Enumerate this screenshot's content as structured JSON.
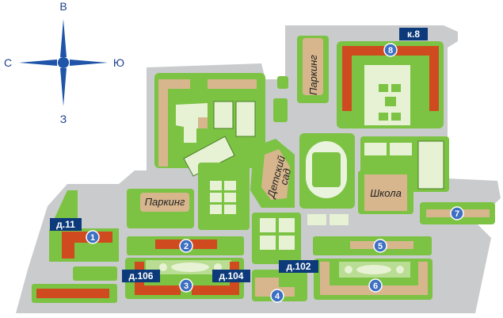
{
  "colors": {
    "ground": "#c9cbcc",
    "ground_edge": "#b3b5b6",
    "grass": "#7cc243",
    "grass_light": "#b9dd92",
    "grass_pale": "#e6f2d3",
    "building_red": "#cf4b1f",
    "building_tan": "#d7b68e",
    "tag": "#0c3a7a",
    "marker": "#3d6fc2",
    "compass": "#1f54a8"
  },
  "compass": {
    "north": "В",
    "south": "З",
    "west": "С",
    "east": "Ю"
  },
  "places": {
    "parking_left": "Паркинг",
    "parking_top": "Паркинг",
    "kindergarten_line1": "Детский",
    "kindergarten_line2": "сад",
    "school": "Школа"
  },
  "tags": [
    {
      "id": "k8",
      "text": "к.8"
    },
    {
      "id": "d11",
      "text": "д.11"
    },
    {
      "id": "d106",
      "text": "д.106"
    },
    {
      "id": "d104",
      "text": "д.104"
    },
    {
      "id": "d102",
      "text": "д.102"
    }
  ],
  "markers": [
    "1",
    "2",
    "3",
    "4",
    "5",
    "6",
    "7",
    "8"
  ]
}
